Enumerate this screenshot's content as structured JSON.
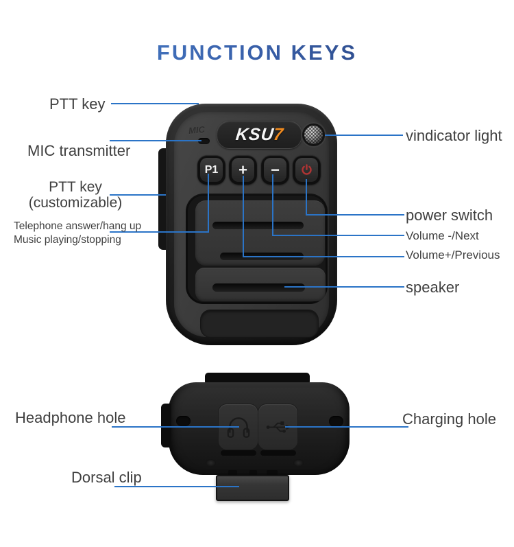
{
  "title": "FUNCTION KEYS",
  "brand": {
    "text": "KSU",
    "accent": "7"
  },
  "device": {
    "mic_emboss": "MIC",
    "buttons": {
      "p1": "P1",
      "plus": "+",
      "minus": "−"
    }
  },
  "callouts": {
    "ptt_key": "PTT key",
    "mic_transmitter": "MIC transmitter",
    "ptt_custom_1": "PTT key",
    "ptt_custom_2": "(customizable)",
    "telephone_1": "Telephone answer/hang up",
    "telephone_2": "Music playing/stopping",
    "vindicator": "vindicator light",
    "power": "power switch",
    "volume_minus": "Volume -/Next",
    "volume_plus": "Volume+/Previous",
    "speaker": "speaker",
    "headphone": "Headphone hole",
    "charging": "Charging hole",
    "dorsal": "Dorsal clip"
  },
  "colors": {
    "leader_line": "#2b74c7",
    "label_text": "#3f3f3f",
    "title_gradient_start": "#4f8ad2",
    "title_gradient_end": "#24386f",
    "brand_accent": "#f08a1e",
    "power_icon": "#b13434",
    "device_body": "#1f1f1f"
  }
}
